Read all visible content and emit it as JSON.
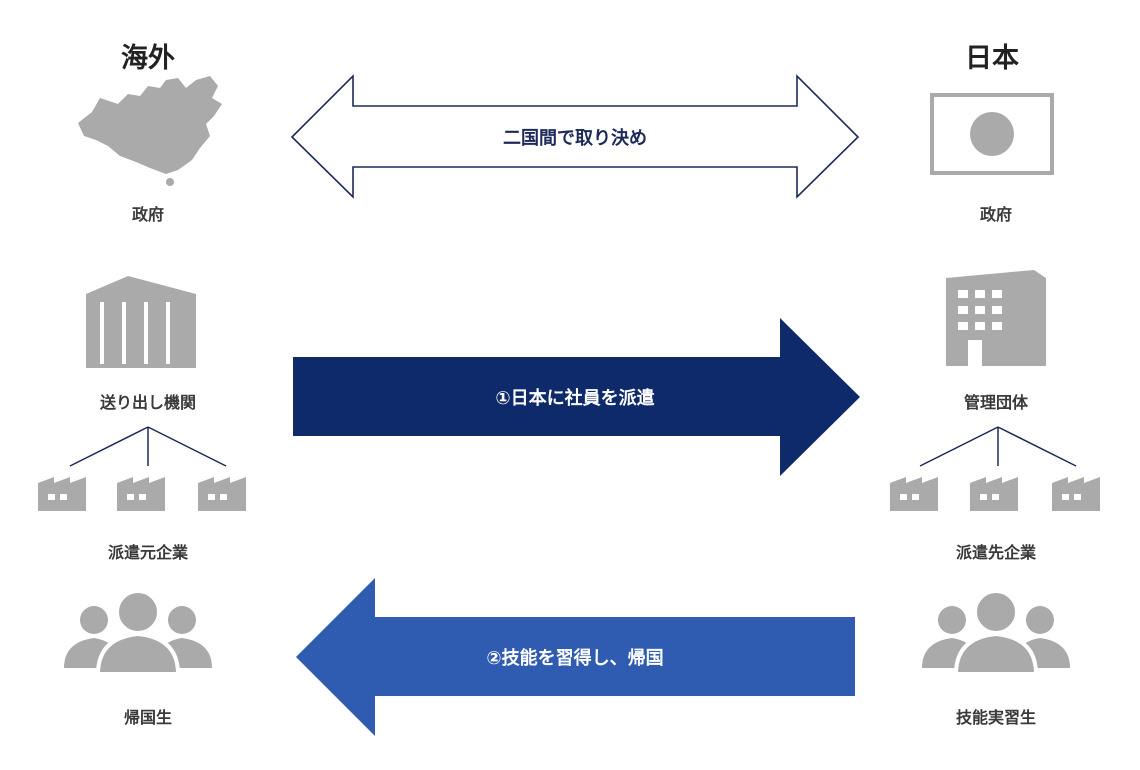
{
  "headers": {
    "overseas": "海外",
    "japan": "日本"
  },
  "overseas": {
    "government": "政府",
    "sending_org": "送り出し機関",
    "dispatch_companies": "派遣元企業",
    "returnees": "帰国生"
  },
  "japan": {
    "government": "政府",
    "supervising_org": "管理団体",
    "host_companies": "派遣先企業",
    "trainees": "技能実習生"
  },
  "arrows": {
    "agreement": "二国間で取り決め",
    "dispatch": "①日本に社員を派遣",
    "return": "②技能を習得し、帰国"
  },
  "colors": {
    "icon_gray": "#aaaaaa",
    "outline_navy": "#1c2a5a",
    "dispatch_arrow": "#0f2a6b",
    "return_arrow": "#2f5bb1",
    "text": "#3a3a3a"
  },
  "icons": {
    "overseas_government": "china-map-icon",
    "japan_government": "japan-flag-icon",
    "sending_org": "building-pillars-icon",
    "supervising_org": "office-building-icon",
    "companies": "factory-icon",
    "people": "people-group-icon"
  }
}
